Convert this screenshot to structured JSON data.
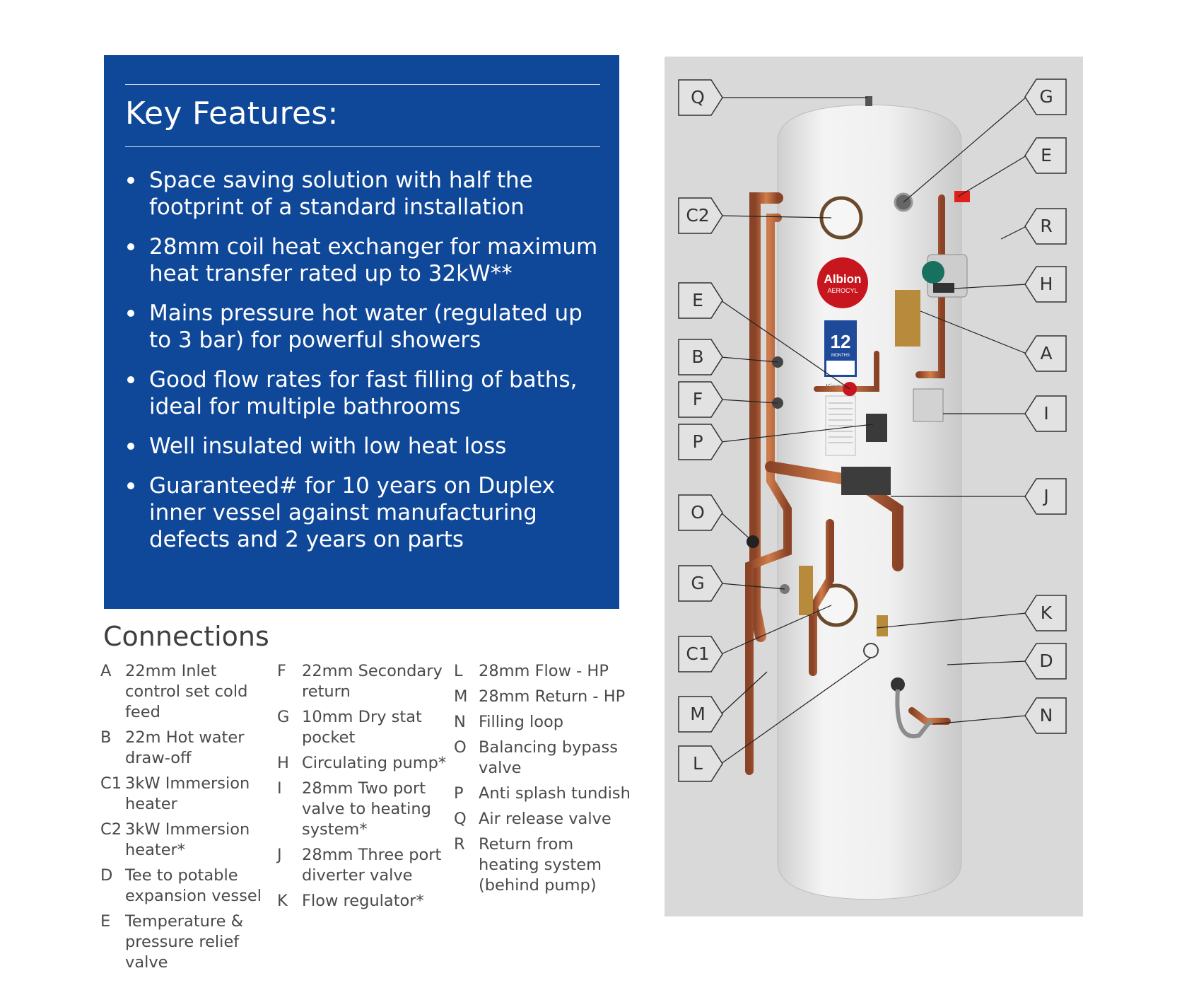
{
  "features": {
    "title": "Key Features:",
    "bullets": [
      "Space saving solution with half the footprint of a standard installation",
      "28mm coil heat exchanger for maximum heat transfer rated up to 32kW**",
      "Mains pressure hot water (regulated up to 3 bar) for powerful showers",
      "Good flow rates for fast filling of baths, ideal for multiple bathrooms",
      "Well insulated with low heat loss",
      "Guaranteed# for 10 years on Duplex inner vessel against manufacturing defects and 2 years on parts"
    ]
  },
  "connections": {
    "title": "Connections",
    "columns": [
      [
        {
          "key": "A",
          "text": "22mm Inlet control set cold feed"
        },
        {
          "key": "B",
          "text": "22m Hot water draw-off"
        },
        {
          "key": "C1",
          "text": "3kW Immersion heater"
        },
        {
          "key": "C2",
          "text": "3kW Immersion heater*"
        },
        {
          "key": "D",
          "text": "Tee to potable expansion vessel"
        },
        {
          "key": "E",
          "text": "Temperature & pressure relief valve"
        }
      ],
      [
        {
          "key": "F",
          "text": "22mm Secondary return"
        },
        {
          "key": "G",
          "text": "10mm Dry stat pocket"
        },
        {
          "key": "H",
          "text": "Circulating pump*"
        },
        {
          "key": "I",
          "text": "28mm Two port valve to heating system*"
        },
        {
          "key": "J",
          "text": "28mm Three port diverter valve"
        },
        {
          "key": "K",
          "text": "Flow regulator*"
        }
      ],
      [
        {
          "key": "L",
          "text": "28mm Flow - HP"
        },
        {
          "key": "M",
          "text": "28mm Return - HP"
        },
        {
          "key": "N",
          "text": "Filling loop"
        },
        {
          "key": "O",
          "text": "Balancing bypass valve"
        },
        {
          "key": "P",
          "text": "Anti splash tundish"
        },
        {
          "key": "Q",
          "text": "Air release valve"
        },
        {
          "key": "R",
          "text": "Return from heating system (behind pump)"
        }
      ]
    ]
  },
  "diagram": {
    "left_labels": [
      "Q",
      "C2",
      "E",
      "B",
      "F",
      "P",
      "O",
      "G",
      "C1",
      "M",
      "L"
    ],
    "right_labels": [
      "G",
      "E",
      "R",
      "H",
      "A",
      "I",
      "J",
      "K",
      "D",
      "N"
    ],
    "badge_brand": "Albion",
    "badge_model": "AEROCYL",
    "warranty_number": "12",
    "warranty_unit": "MONTHS",
    "maker": "Kingspan"
  },
  "colors": {
    "panel_blue": "#0f4799",
    "copper": "#b5653a",
    "cylinder": "#ededed",
    "diagram_bg": "#d9d9d9"
  }
}
